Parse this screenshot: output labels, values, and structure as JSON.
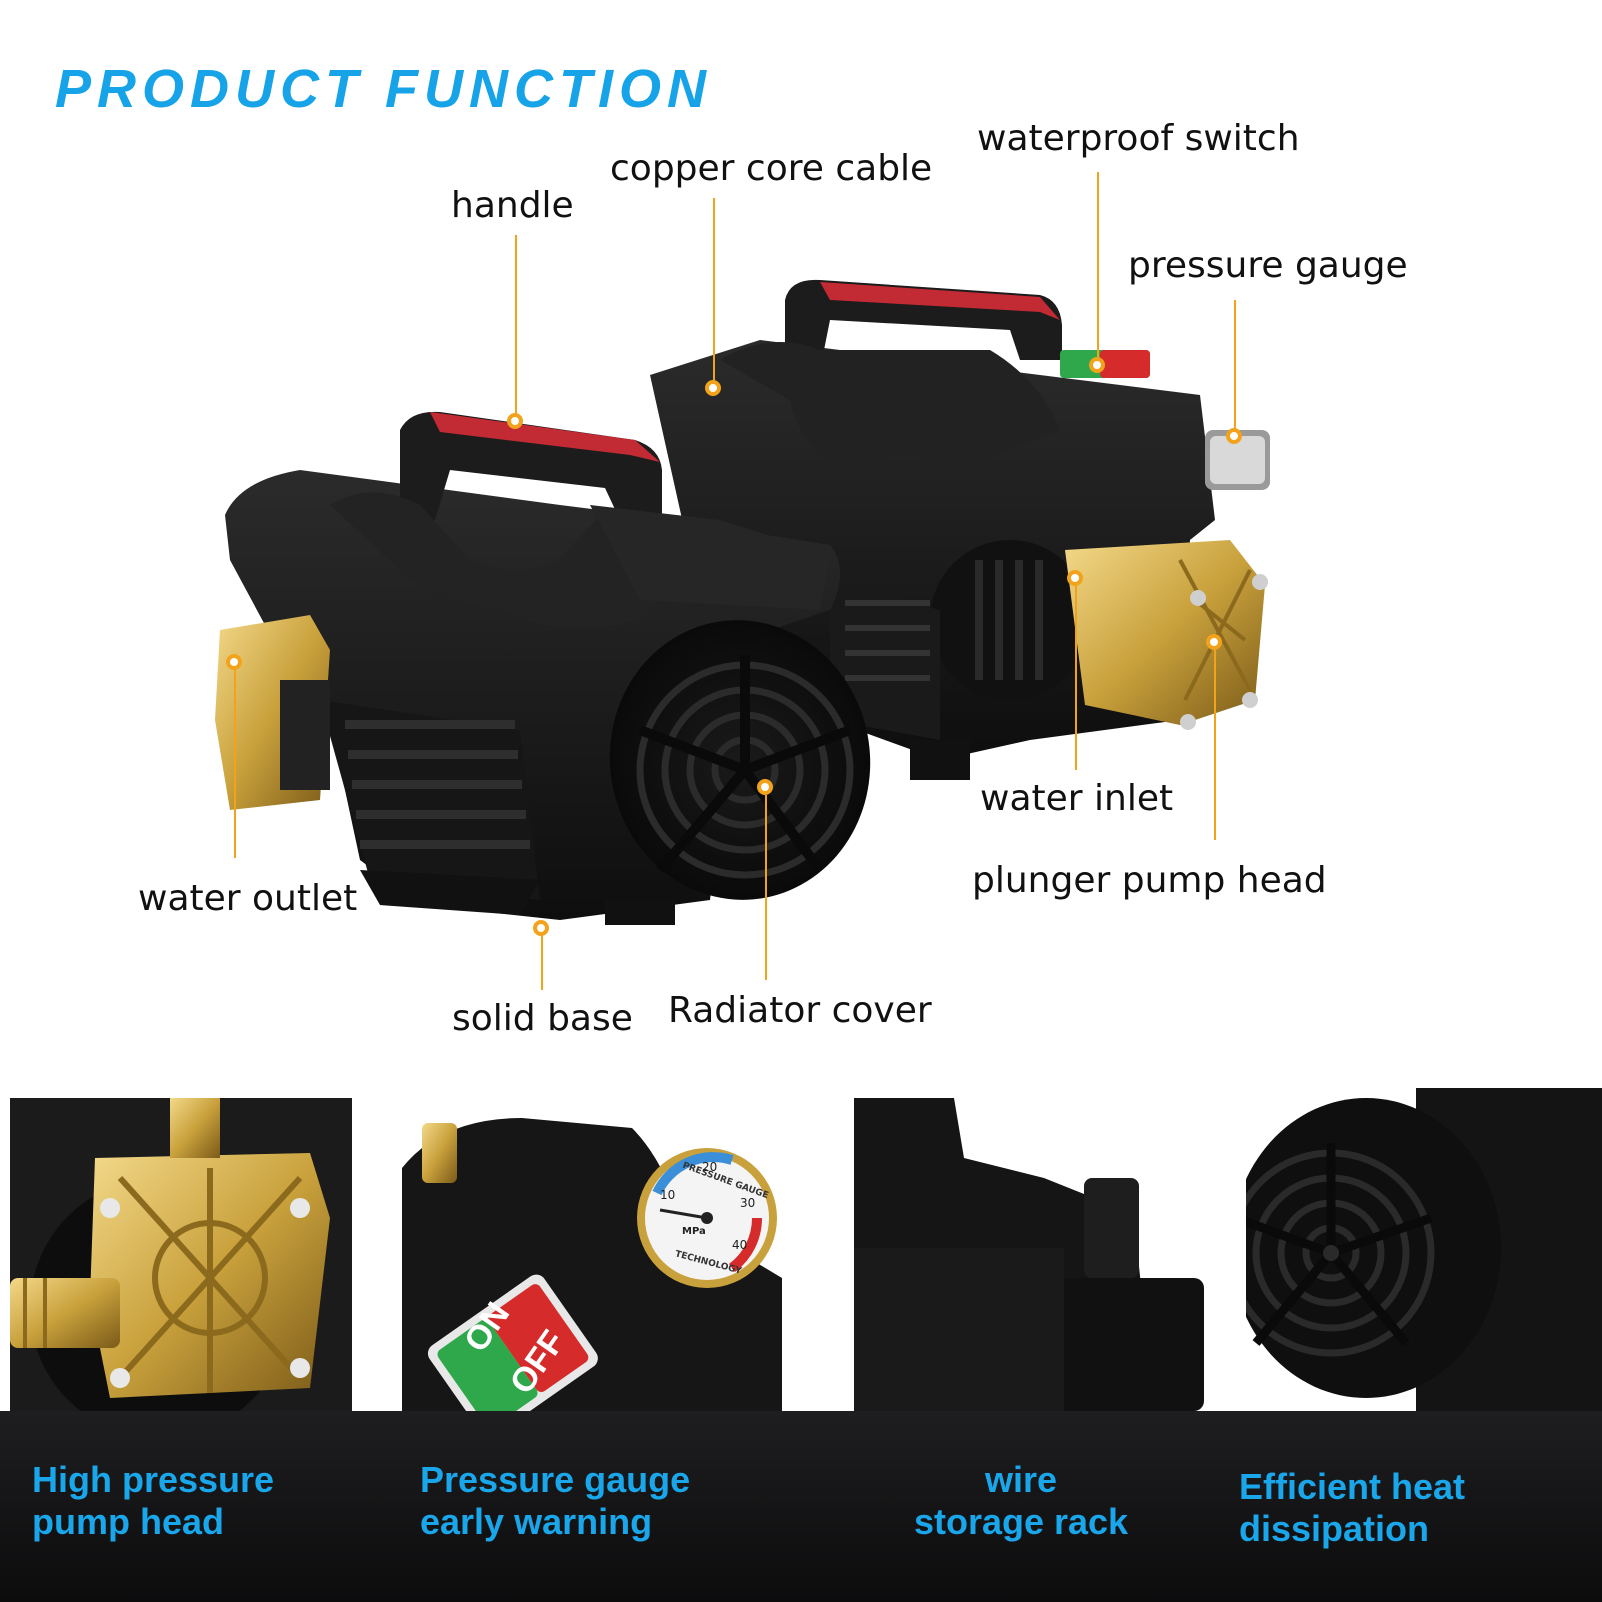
{
  "header": {
    "title": "PRODUCT FUNCTION"
  },
  "callouts": {
    "handle": "handle",
    "copper_core_cable": "copper core cable",
    "waterproof_switch": "waterproof switch",
    "pressure_gauge": "pressure gauge",
    "water_outlet": "water outlet",
    "water_inlet": "water inlet",
    "plunger_pump_head": "plunger pump head",
    "solid_base": "solid base",
    "radiator_cover": "Radiator cover"
  },
  "gauge": {
    "name": "PRESSURE GAUGE",
    "unit": "MPa",
    "ticks": [
      "10",
      "20",
      "30",
      "40"
    ],
    "brand": "TECHNOLOGY"
  },
  "switch": {
    "on": "ON",
    "off": "OFF"
  },
  "features": [
    {
      "line1": "High pressure",
      "line2": "pump head"
    },
    {
      "line1": "Pressure gauge",
      "line2": "early warning"
    },
    {
      "line1": "wire",
      "line2": "storage rack"
    },
    {
      "line1": "Efficient heat",
      "line2": "dissipation"
    }
  ],
  "colors": {
    "accent_blue": "#17a3e8",
    "leader_orange": "#f2a31b",
    "body_black": "#141414",
    "brass": "#c9a13c",
    "switch_red": "#d62b2b",
    "switch_green": "#2ea84a"
  }
}
